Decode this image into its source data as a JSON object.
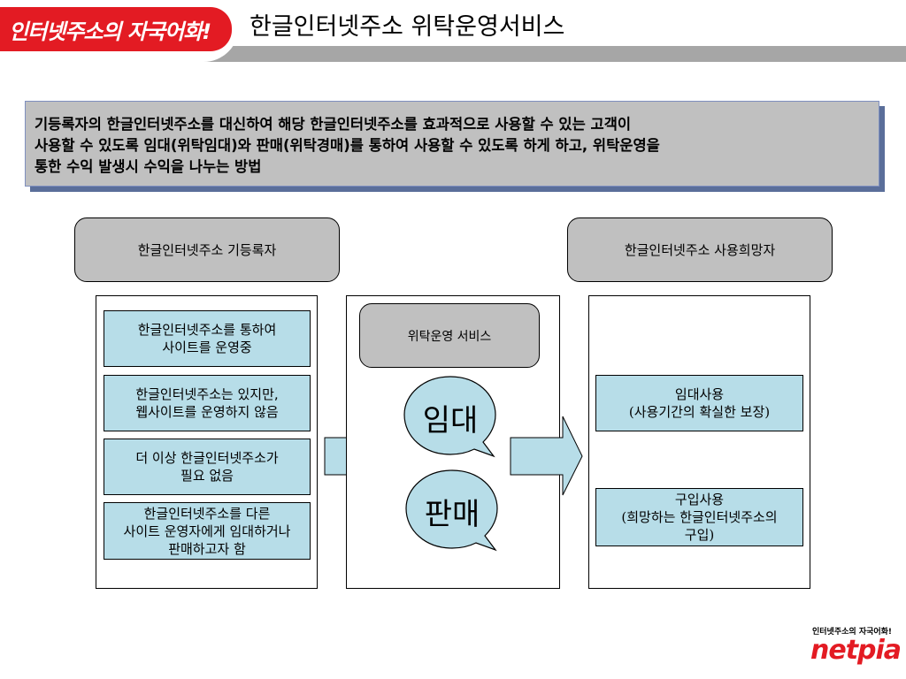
{
  "header": {
    "badge_text": "인터넷주소의 자국어화!",
    "title": "한글인터넷주소 위탁운영서비스"
  },
  "description": {
    "lines": [
      "기등록자의 한글인터넷주소를 대신하여 해당 한글인터넷주소를 효과적으로 사용할 수 있는 고객이",
      "사용할 수 있도록 임대(위탁임대)와 판매(위탁경매)를 통하여 사용할 수 있도록 하게 하고, 위탁운영을",
      "통한 수익 발생시 수익을 나누는 방법"
    ]
  },
  "left": {
    "header": "한글인터넷주소 기등록자",
    "items": [
      [
        "한글인터넷주소를 통하여",
        "사이트를 운영중"
      ],
      [
        "한글인터넷주소는 있지만,",
        "웹사이트를 운영하지 않음"
      ],
      [
        "더 이상 한글인터넷주소가",
        "필요 없음"
      ],
      [
        "한글인터넷주소를 다른",
        "사이트 운영자에게 임대하거나",
        "판매하고자 함"
      ]
    ]
  },
  "center": {
    "header": "위탁운영 서비스",
    "bubbles": [
      "임대",
      "판매"
    ]
  },
  "right": {
    "header": "한글인터넷주소 사용희망자",
    "items": [
      [
        "임대사용",
        "(사용기간의 확실한 보장)"
      ],
      [
        "구입사용",
        "(희망하는 한글인터넷주소의",
        "구입)"
      ]
    ]
  },
  "logo": {
    "tagline": "인터넷주소의 자국어화!",
    "name": "netpia"
  },
  "colors": {
    "brand_red": "#e31b23",
    "box_blue": "#b7dde8",
    "box_gray": "#c0c0c0"
  }
}
